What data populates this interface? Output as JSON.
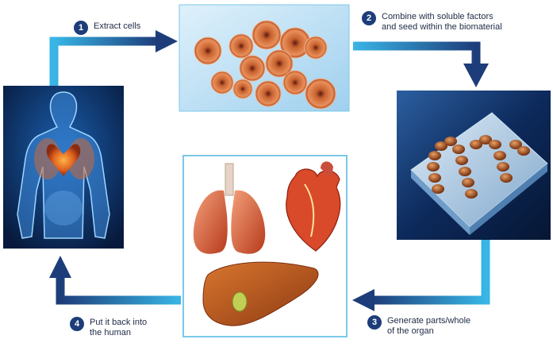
{
  "steps": [
    {
      "number": "1",
      "text": "Extract cells"
    },
    {
      "number": "2",
      "text": "Combine with soluble factors\nand seed within the biomaterial"
    },
    {
      "number": "3",
      "text": "Generate parts/whole\nof the organ"
    },
    {
      "number": "4",
      "text": "Put it back into\nthe human"
    }
  ],
  "colors": {
    "arrow_light": "#38b6e6",
    "arrow_dark": "#1d3d7a",
    "frame": "#7cc8ea",
    "step_badge": "#1d3d7a"
  },
  "icons": [
    "human-body-image",
    "cells-image",
    "biomaterial-scaffold-image",
    "organs-image"
  ]
}
